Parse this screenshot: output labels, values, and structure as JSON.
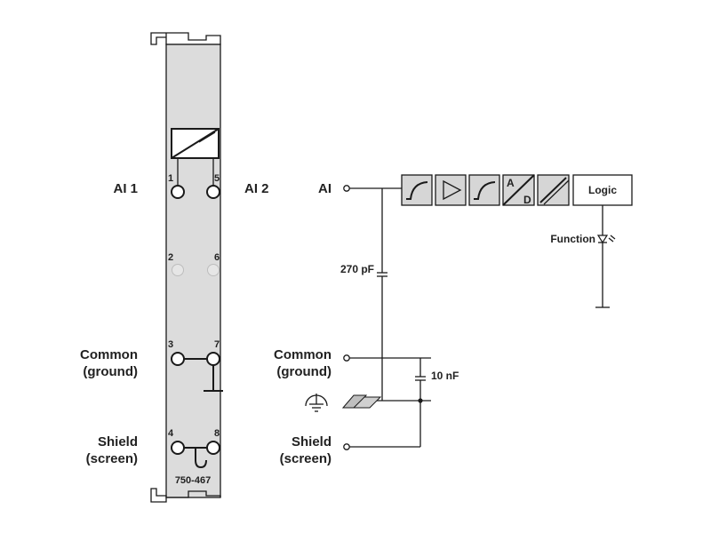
{
  "module": {
    "part_number": "750-467",
    "left_labels": {
      "ai1": "AI 1",
      "common": [
        "Common",
        "(ground)"
      ],
      "shield": [
        "Shield",
        "(screen)"
      ]
    },
    "right_label_ai2": "AI 2",
    "pins": [
      "1",
      "5",
      "2",
      "6",
      "3",
      "7",
      "4",
      "8"
    ]
  },
  "schematic": {
    "input_label": "AI",
    "common_label": [
      "Common",
      "(ground)"
    ],
    "shield_label": [
      "Shield",
      "(screen)"
    ],
    "capacitor_input": "270 pF",
    "capacitor_common": "10 nF",
    "logic_label": "Logic",
    "adc_letters": {
      "a": "A",
      "d": "D"
    },
    "function_label": "Function"
  },
  "colors": {
    "module_fill": "#dcdcdc",
    "block_fill": "#d6d6d6",
    "line": "#1a1a1a"
  }
}
